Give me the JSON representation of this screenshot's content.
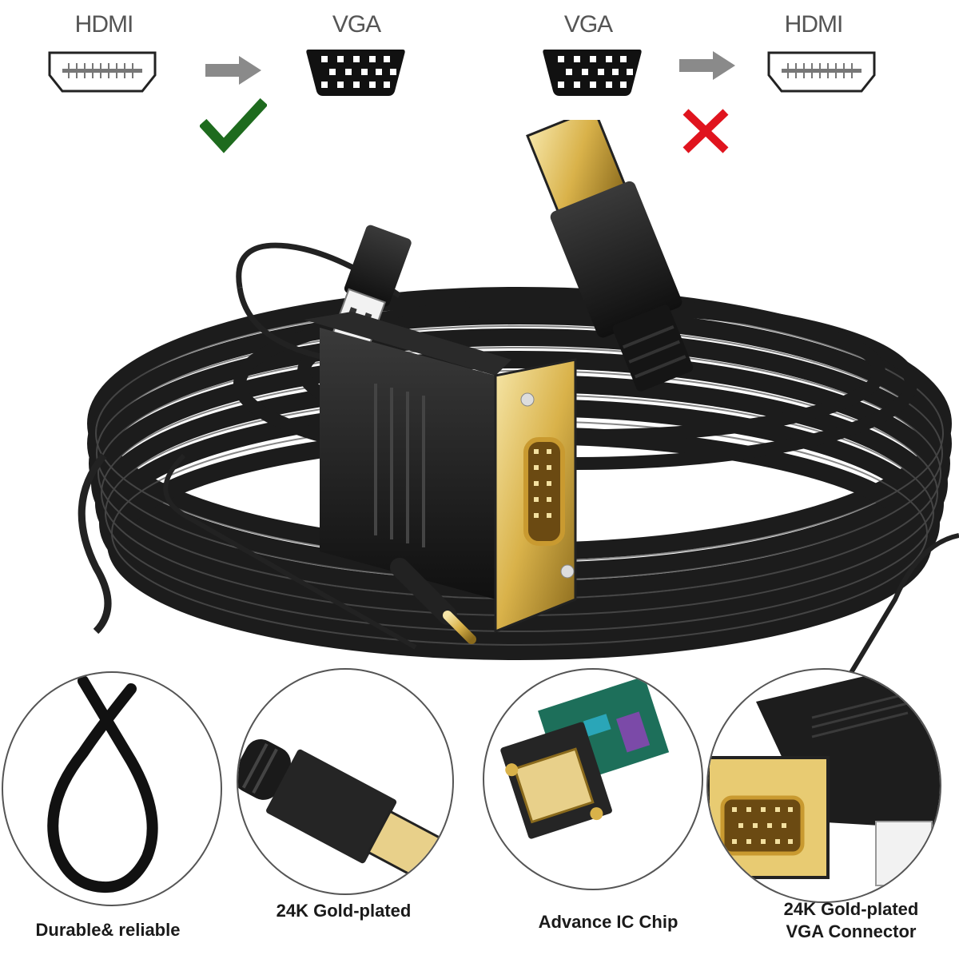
{
  "compatibility": {
    "left": {
      "source_label": "HDMI",
      "target_label": "VGA",
      "source_icon": "hdmi-port-icon",
      "target_icon": "vga-port-icon",
      "arrow_icon": "arrow-right-icon",
      "status_icon": "checkmark-icon",
      "status": "supported",
      "status_color": "#1e6b1e"
    },
    "right": {
      "source_label": "VGA",
      "target_label": "HDMI",
      "source_icon": "vga-port-icon",
      "target_icon": "hdmi-port-icon",
      "arrow_icon": "arrow-right-icon",
      "status_icon": "cross-icon",
      "status": "not-supported",
      "status_color": "#e0141e"
    }
  },
  "product": {
    "image": "hdmi-to-vga-cable-coil",
    "components": [
      "HDMI plug",
      "VGA plug",
      "USB power plug",
      "3.5mm audio jack"
    ],
    "colors": {
      "cable": "#1c1c1c",
      "gold": "#d9b24a"
    }
  },
  "features": [
    {
      "label": "Durable& reliable",
      "image": "cable-loop"
    },
    {
      "label": "24K Gold-plated",
      "image": "hdmi-plug-closeup"
    },
    {
      "label": "Advance IC Chip",
      "image": "ic-chip-closeup"
    },
    {
      "label": "24K Gold-plated VGA Connector",
      "label_line1": "24K Gold-plated",
      "label_line2": "VGA Connector",
      "image": "vga-connector-closeup"
    }
  ]
}
